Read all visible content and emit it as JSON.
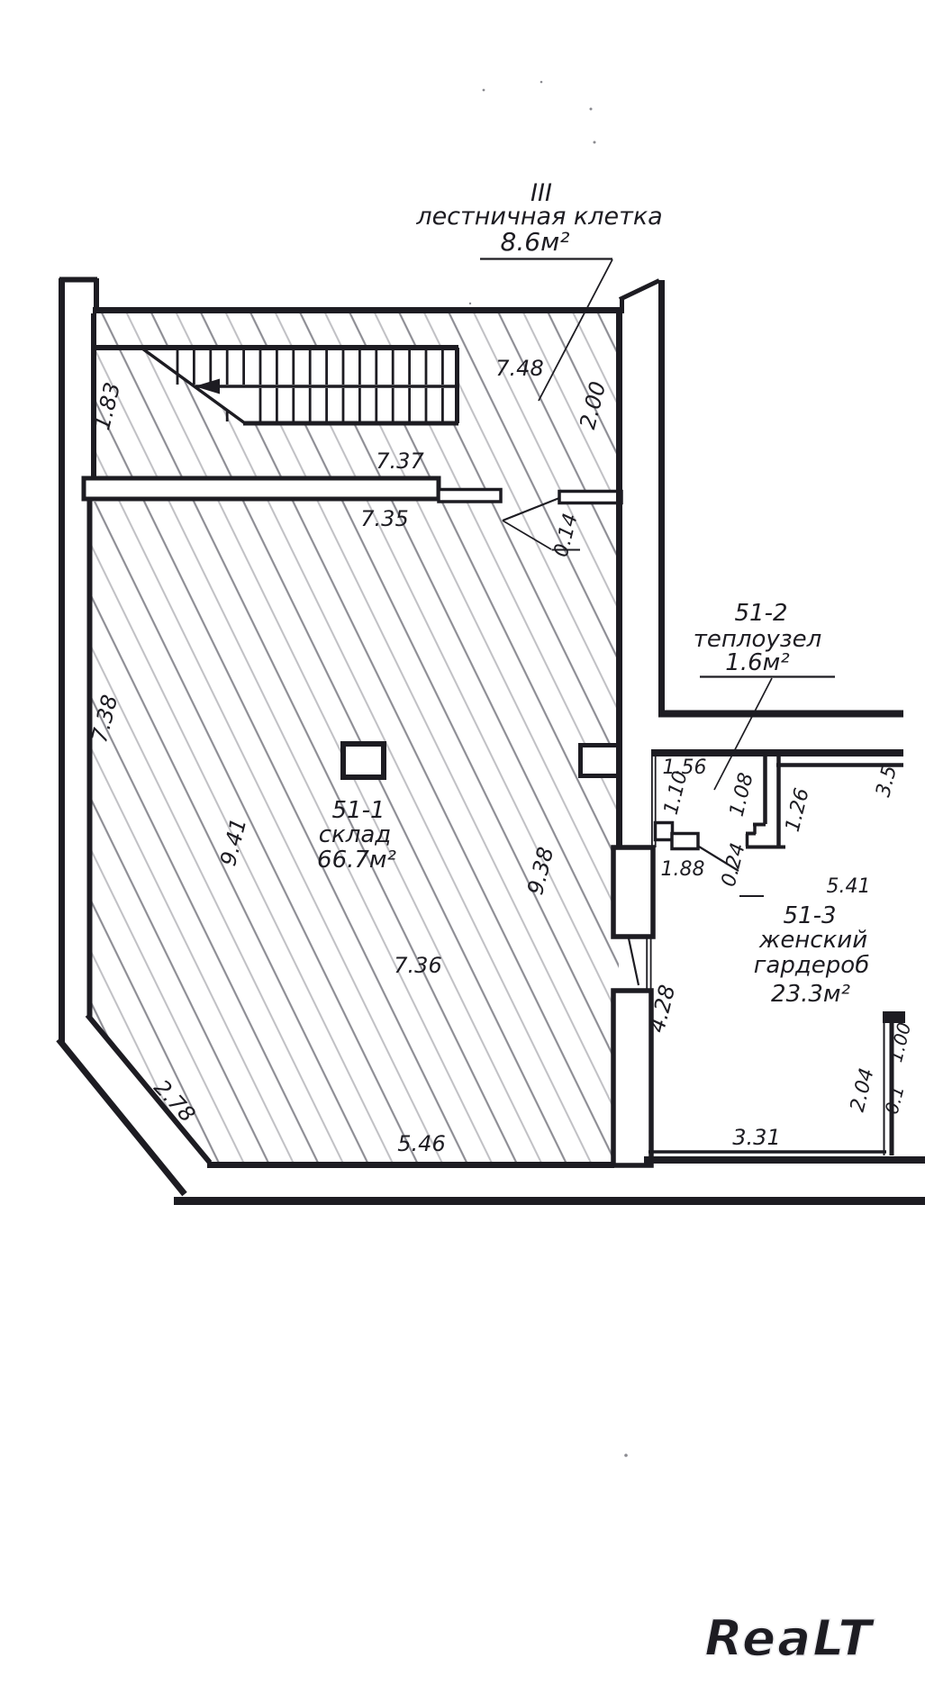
{
  "title": {
    "storey": "III",
    "room_name": "лестничная клетка",
    "area": "8.6м²"
  },
  "rooms": {
    "storage": {
      "id": "51-1",
      "name": "склад",
      "area": "66.7м²"
    },
    "heat_unit": {
      "id": "51-2",
      "name": "теплоузел",
      "area": "1.6м²"
    },
    "cloakroom": {
      "id": "51-3",
      "name_line1": "женский",
      "name_line2": "гардероб",
      "area": "23.3м²"
    }
  },
  "dimensions": {
    "top_width": "7.48",
    "stair_bay_depth": "1.83",
    "right_bay_depth": "2.00",
    "hall_width_upper": "7.37",
    "hall_width": "7.35",
    "thin_wall": "0.14",
    "left_height": "7.38",
    "room_height_left": "9.41",
    "room_height_right": "9.38",
    "room_width_mid": "7.36",
    "room_width_bottom": "5.46",
    "chamfer": "2.78",
    "door_side": "4.28",
    "heat_width": "1.56",
    "heat_left": "1.10",
    "heat_right": "1.08",
    "heat_side": "1.26",
    "heat_bottom": "1.88",
    "wall_step": "0.24",
    "cloak_top": "5.41",
    "cloak_bottom": "3.31",
    "cloak_right": "2.04",
    "edge_top": "3.5",
    "edge_mid": "1.00",
    "edge_low": "0.1"
  },
  "watermark": "ReaLT",
  "colors": {
    "wall": "#1d1c22",
    "hatch_dark": "#8b8b92",
    "hatch_light": "#bfbfc3",
    "watermark": "#ebebee"
  }
}
